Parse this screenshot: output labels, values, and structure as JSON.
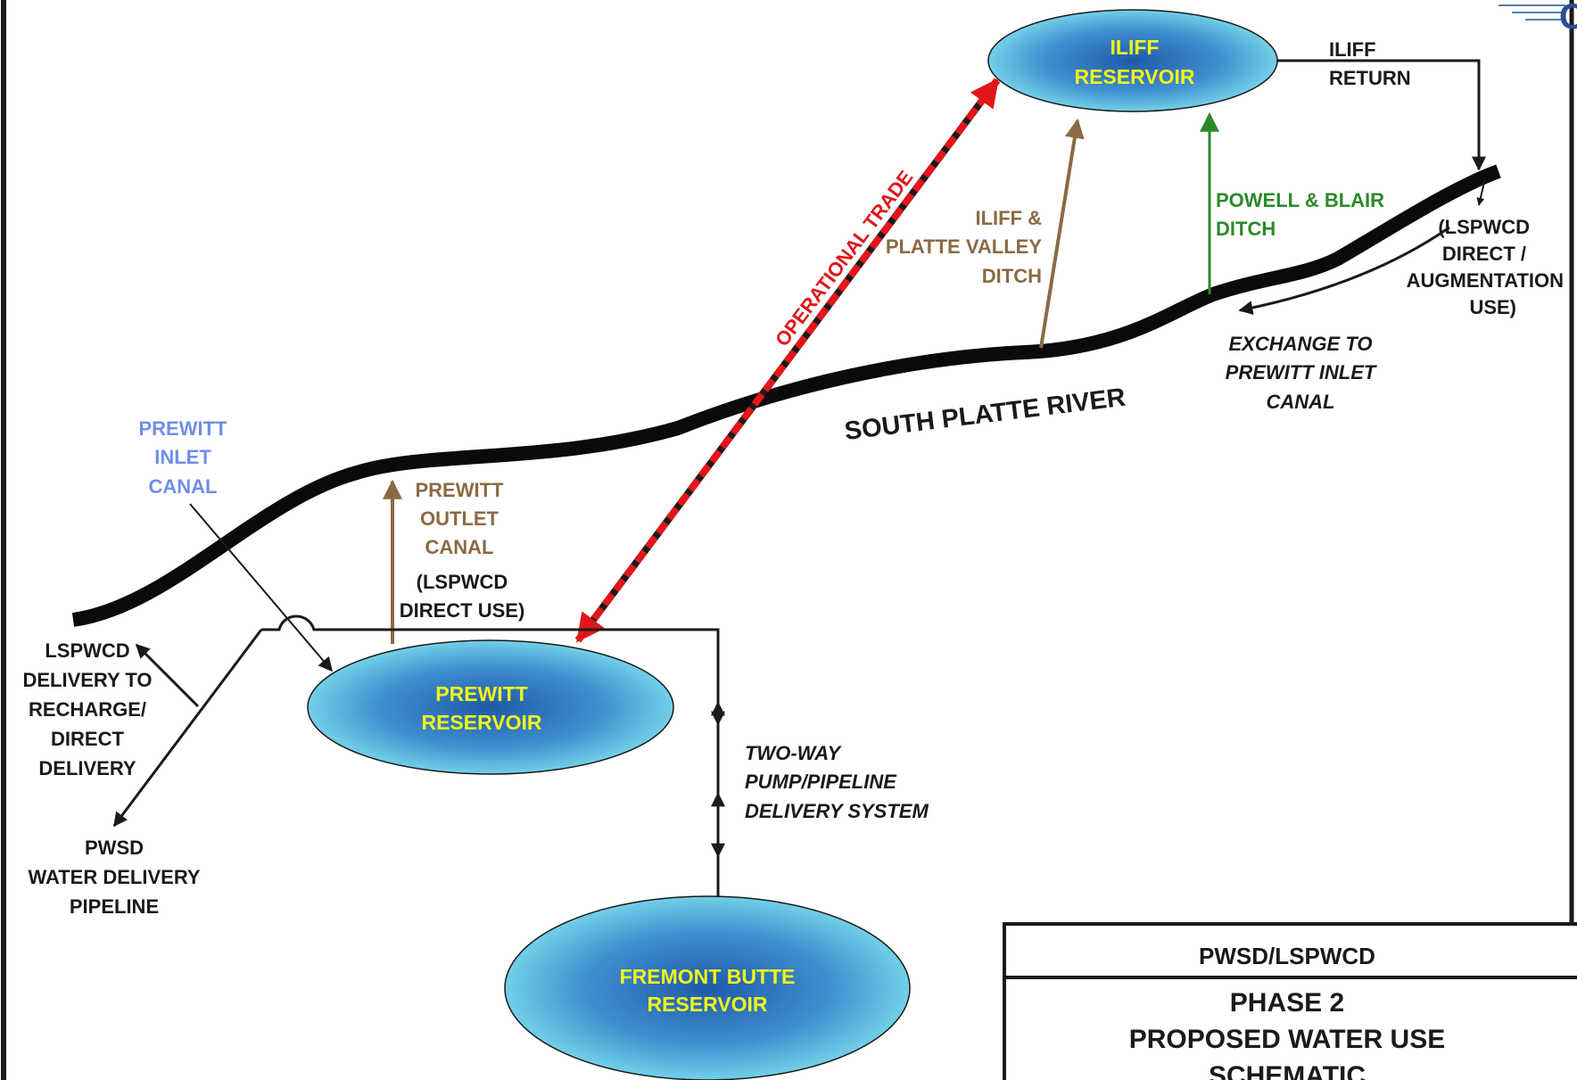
{
  "colors": {
    "river": "#0a0a0a",
    "line": "#1a1a1a",
    "reservoir_label": "#f5f516",
    "reservoir_fill_center": "#1e5aa8",
    "reservoir_fill_edge": "#7fe0ee",
    "inlet_canal": "#6f8ee8",
    "brown_ditch": "#8a6a44",
    "green_ditch": "#2a8a2a",
    "trade_red": "#e0161a"
  },
  "reservoirs": {
    "iliff": [
      "ILIFF",
      "RESERVOIR"
    ],
    "prewitt": [
      "PREWITT",
      "RESERVOIR"
    ],
    "fremont": [
      "FREMONT BUTTE",
      "RESERVOIR"
    ]
  },
  "river": {
    "label": "SOUTH PLATTE RIVER"
  },
  "labels": {
    "iliff_return": [
      "ILIFF",
      "RETURN"
    ],
    "lspwcd_direct_aug": [
      "(LSPWCD",
      "DIRECT /",
      "AUGMENTATION",
      "USE)"
    ],
    "powell_blair": [
      "POWELL & BLAIR",
      "DITCH"
    ],
    "iliff_platte": [
      "ILIFF &",
      "PLATTE VALLEY",
      "DITCH"
    ],
    "operational_trade": "OPERATIONAL TRADE",
    "exchange": [
      "EXCHANGE TO",
      "PREWITT INLET",
      "CANAL"
    ],
    "prewitt_inlet": [
      "PREWITT",
      "INLET",
      "CANAL"
    ],
    "prewitt_outlet": [
      "PREWITT",
      "OUTLET",
      "CANAL"
    ],
    "lspwcd_direct_use": [
      "(LSPWCD",
      "DIRECT USE)"
    ],
    "lspwcd_delivery": [
      "LSPWCD",
      "DELIVERY TO",
      "RECHARGE/",
      "DIRECT",
      "DELIVERY"
    ],
    "pwsd_pipeline": [
      "PWSD",
      "WATER DELIVERY",
      "PIPELINE"
    ],
    "two_way": [
      "TWO-WAY",
      "PUMP/PIPELINE",
      "DELIVERY SYSTEM"
    ]
  },
  "title_block": {
    "header": "PWSD/LSPWCD",
    "title": [
      "PHASE 2",
      "PROPOSED WATER USE",
      "SCHEMATIC"
    ]
  },
  "logo": {
    "text": "C"
  }
}
